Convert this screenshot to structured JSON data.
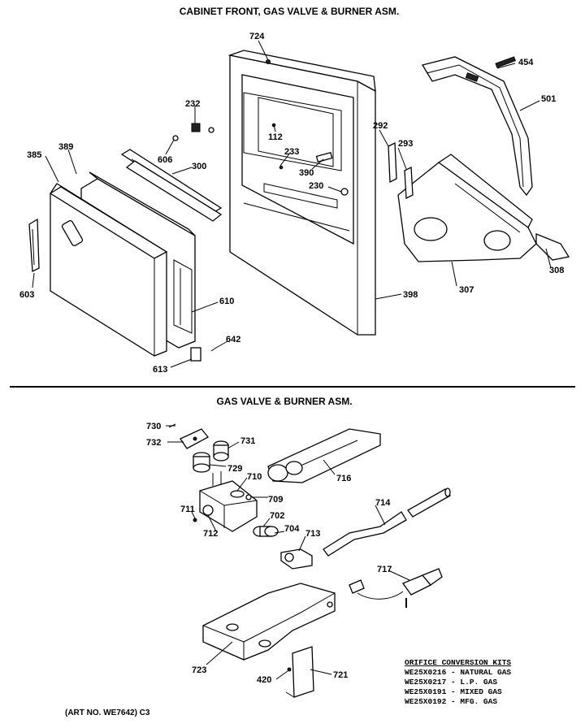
{
  "titles": {
    "top": "CABINET FRONT, GAS VALVE & BURNER ASM.",
    "bottom": "GAS VALVE & BURNER ASM."
  },
  "parts_top": {
    "p724": "724",
    "p454": "454",
    "p232": "232",
    "p501": "501",
    "p112": "112",
    "p292": "292",
    "p293": "293",
    "p233": "233",
    "p385": "385",
    "p389": "389",
    "p606": "606",
    "p300": "300",
    "p390": "390",
    "p230": "230",
    "p308": "308",
    "p603": "603",
    "p307": "307",
    "p398": "398",
    "p610": "610",
    "p642": "642",
    "p613": "613"
  },
  "parts_bottom": {
    "p730": "730",
    "p732": "732",
    "p731": "731",
    "p729": "729",
    "p710": "710",
    "p716": "716",
    "p709": "709",
    "p714": "714",
    "p711": "711",
    "p702": "702",
    "p712": "712",
    "p704": "704",
    "p713": "713",
    "p717": "717",
    "p723": "723",
    "p420": "420",
    "p721": "721"
  },
  "kits": {
    "heading": "ORIFICE CONVERSION KITS",
    "items": [
      "WE25X0216 - NATURAL GAS",
      "WE25X0217 - L.P. GAS",
      "WE25X0191 - MIXED GAS",
      "WE25X0192 - MFG. GAS"
    ]
  },
  "art_no": "(ART NO. WE7642) C3"
}
